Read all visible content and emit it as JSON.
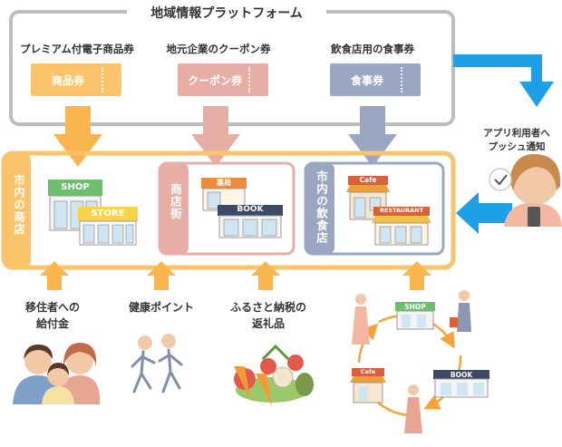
{
  "platform": {
    "title": "地域情報プラットフォーム"
  },
  "vouchers": [
    {
      "heading": "プレミアム付電子商品券",
      "label": "商品券",
      "color": "#fbc46a"
    },
    {
      "heading": "地元企業のクーポン券",
      "label": "クーポン券",
      "color": "#e6aea4"
    },
    {
      "heading": "飲食店用の食事券",
      "label": "食事券",
      "color": "#9aa7c3"
    }
  ],
  "push": {
    "label_line1": "アプリ利用者へ",
    "label_line2": "プッシュ通知"
  },
  "city_shops": {
    "label": "市内の商店",
    "shop_sign": "SHOP",
    "store_sign": "STORE",
    "street_label": "商店街",
    "pharmacy_sign": "薬局",
    "book_sign": "BOOK",
    "restaurants_label": "市内の飲食店",
    "cafe_sign": "Cafe",
    "restaurant_sign": "RESTAURANT"
  },
  "sources": [
    {
      "line1": "移住者への",
      "line2": "給付金"
    },
    {
      "line1": "健康ポイント",
      "line2": ""
    },
    {
      "line1": "ふるさと納税の",
      "line2": "返礼品"
    }
  ],
  "cycle": {
    "shop_sign": "SHOP",
    "book_sign": "BOOK",
    "cafe_sign": "Cafe"
  },
  "colors": {
    "orange": "#fbb54f",
    "frame_gray": "#b8b8b8",
    "pink": "#e6aea4",
    "blue_gray": "#9aa7c3",
    "push_blue": "#1ea0e6"
  }
}
